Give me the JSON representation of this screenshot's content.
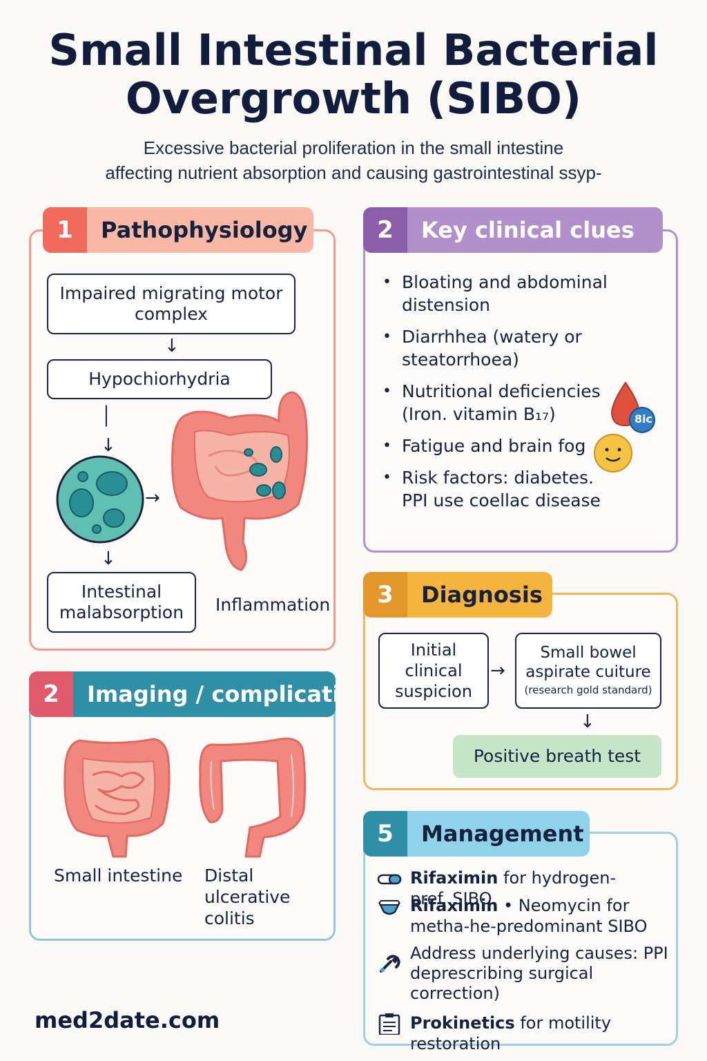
{
  "header": {
    "title_line1": "Small Intestinal Bacterial",
    "title_line2": "Overgrowth (SIBO)",
    "subtitle_line1": "Excessive bacterial proliferation in the small intestine",
    "subtitle_line2": "affecting nutrient absorption and causing gastrointestinal ssyp-"
  },
  "pathophysiology": {
    "number": "1",
    "heading": "Pathophysiology",
    "step1": "Impaired migrating motor complex",
    "step2": "Hypochiorhydria",
    "outcome1": "Intestinal malabsorption",
    "outcome2": "Inflammation"
  },
  "clues": {
    "number": "2",
    "heading": "Key clinical clues",
    "items": [
      "Bloating and abdominal distension",
      "Diarrhhea (watery or steatorrhoea)",
      "Nutritional deficiencies (Iron. vitamin B₁₇)",
      "Fatigue and brain fog",
      "Risk factors: diabetes. PPI use coellac disease"
    ],
    "badge_label": "8ic"
  },
  "imaging": {
    "number": "2",
    "heading": "Imaging / complicati",
    "label1": "Small intestine",
    "label2": "Distal ulcerative colitis"
  },
  "diagnosis": {
    "number": "3",
    "heading": "Diagnosis",
    "box1": "Initial clinical suspicion",
    "box2_main": "Small bowel aspirate cuiture",
    "box2_note": "(research gold standard)",
    "result": "Positive breath test"
  },
  "management": {
    "number": "5",
    "heading": "Management",
    "row1_bold": "Rifaximin",
    "row1_rest": " for hydrogen-pref..SIBO",
    "row2_bold": "Rifaximin",
    "row2_rest": " • Neomycin for metha-he-predominant SIBO",
    "row3": "Address underlying causes: PPI deprescribing surgical correction)",
    "row4_bold": "Prokinetics",
    "row4_rest": " for motility restoration"
  },
  "footer": {
    "site": "med2date.com"
  },
  "colors": {
    "patho": "#f26a5b",
    "clues": "#9a70b6",
    "imaging": "#2f8fa6",
    "diagnosis": "#f0ad3c",
    "management": "#7ec8e0",
    "intestine": "#f2877f"
  }
}
